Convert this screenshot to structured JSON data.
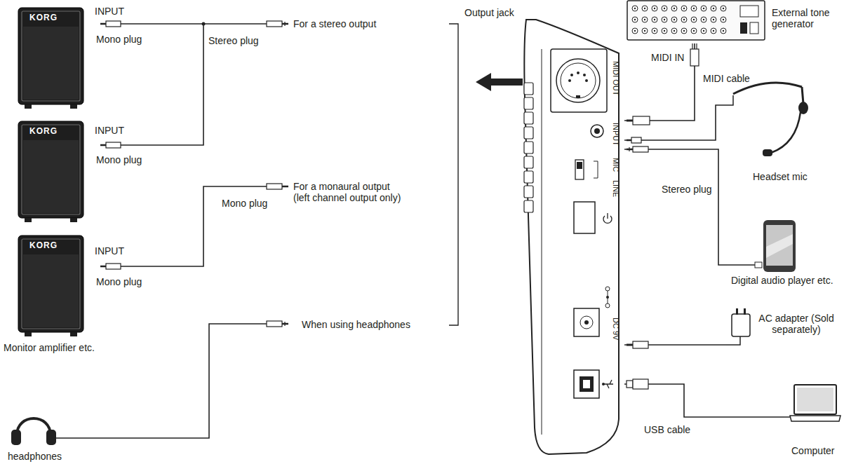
{
  "diagram": {
    "nodes": [
      {
        "text": [
          "KORG"
        ]
      },
      {
        "text": [
          "KORG"
        ]
      },
      {
        "text": [
          "KORG"
        ]
      },
      {
        "text": [
          "headphones"
        ]
      },
      {
        "text": [
          "MIDI OUT",
          "INPUT",
          "MIC",
          "LINE",
          "DC 9V"
        ]
      },
      {
        "text": [
          "External tone generator"
        ]
      },
      {
        "text": [
          "Headset mic"
        ]
      },
      {
        "text": [
          "Digital audio player etc."
        ]
      },
      {
        "text": [
          "AC adapter (Sold separately)"
        ]
      },
      {
        "text": [
          "Computer"
        ]
      }
    ],
    "edges": [
      {
        "from": 4,
        "to": 5,
        "arrow": "none",
        "label": "MIDI cable"
      },
      {
        "from": 4,
        "to": 6,
        "arrow": "none"
      },
      {
        "from": 4,
        "to": 7,
        "arrow": "none"
      },
      {
        "from": 4,
        "to": 8,
        "arrow": "none"
      },
      {
        "from": 4,
        "to": 9,
        "arrow": "none",
        "label": "USB cable"
      }
    ],
    "labels": [
      "Output jack",
      "INPUT",
      "Mono plug",
      "Stereo plug",
      "For a stereo output",
      "INPUT",
      "Mono plug",
      "For a monaural output (left channel output only)",
      "Mono plug",
      "INPUT",
      "Mono plug",
      "When using headphones",
      "Monitor amplifier etc.",
      "MIDI IN",
      "Stereo plug"
    ]
  }
}
